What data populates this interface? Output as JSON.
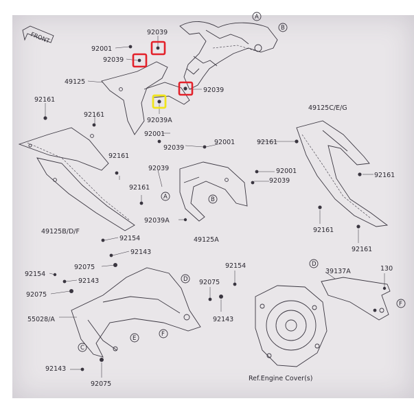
{
  "front_label": "FRONT",
  "labels": {
    "l1": "92039",
    "l2": "92001",
    "l3": "92039",
    "l4": "49125",
    "l5": "92039",
    "l6": "92161",
    "l7": "92161",
    "l8": "92039A",
    "l9": "92001",
    "l10": "92039",
    "l11": "92001",
    "l12": "49125C/E/G",
    "l13": "92161",
    "l14": "92161",
    "l15": "92039",
    "l16": "92001",
    "l17": "92039",
    "l18": "92161",
    "l19": "92161",
    "l20": "92161",
    "l21": "92039A",
    "l22": "49125A",
    "l23": "49125B/D/F",
    "l24": "92161",
    "l25": "92154",
    "l26": "92143",
    "l27": "92075",
    "l28": "92154",
    "l29": "92154",
    "l30": "92143",
    "l31": "92075",
    "l32": "92075",
    "l33": "92143",
    "l34": "55028/A",
    "l35": "39137A",
    "l36": "130",
    "l37": "92143",
    "l38": "92075",
    "l39": "Ref.Engine Cover(s)"
  },
  "callouts": {
    "A1": "A",
    "B1": "B",
    "A2": "A",
    "B2": "B",
    "C": "C",
    "D1": "D",
    "D2": "D",
    "E": "E",
    "F1": "F",
    "F2": "F"
  },
  "highlight_colors": {
    "red": "#e3212a",
    "yellow": "#f0e41c"
  }
}
